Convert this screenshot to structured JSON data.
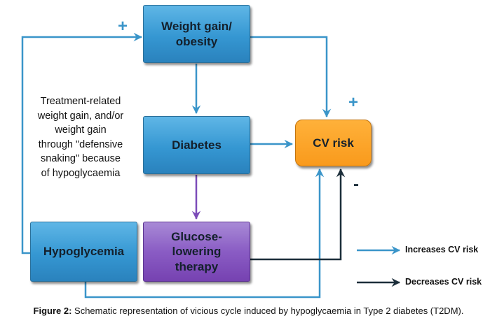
{
  "boxes": {
    "weight": "Weight gain/\nobesity",
    "diabetes": "Diabetes",
    "cv": "CV risk",
    "hypo": "Hypoglycemia",
    "glucose": "Glucose-\nlowering\ntherapy"
  },
  "signs": {
    "plus_left": "+",
    "plus_right": "+",
    "minus": "-"
  },
  "side_text": "Treatment-related\nweight gain, and/or\nweight gain\nthrough \"defensive\nsnaking\" because\nof hypoglycaemia",
  "legend": {
    "increases": "Increases CV risk",
    "decreases": "Decreases CV risk"
  },
  "caption": {
    "prefix": "Figure 2:",
    "text": " Schematic representation of vicious cycle induced by hypoglycaemia in Type 2 diabetes (T2DM)."
  },
  "colors": {
    "increase_arrow": "#3a95c9",
    "decrease_arrow": "#1c2e3a",
    "purple_arrow": "#7b4bb8"
  }
}
